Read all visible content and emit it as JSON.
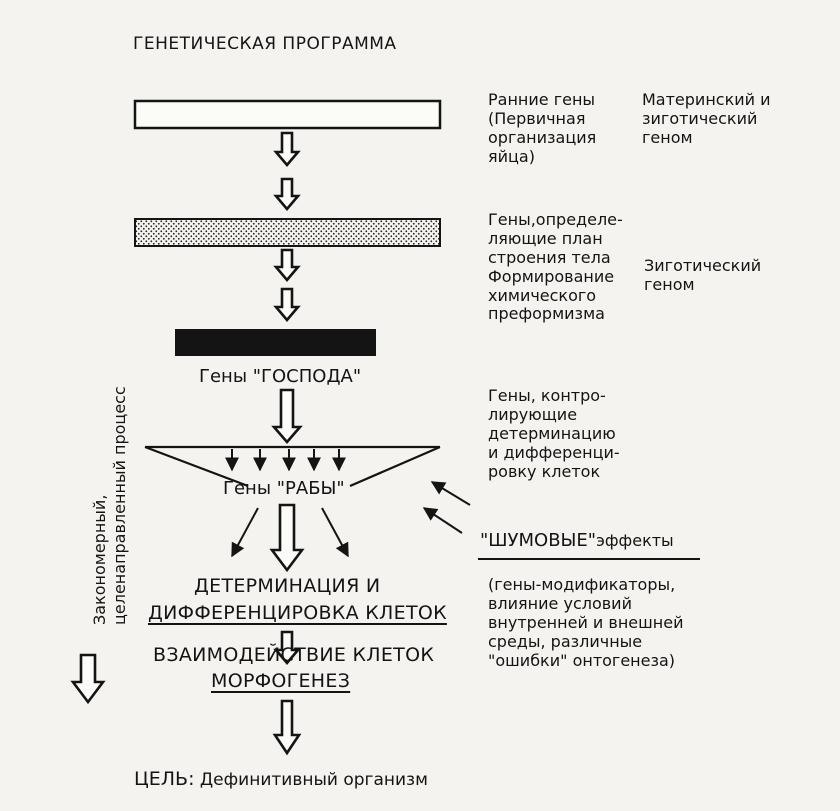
{
  "title": "ГЕНЕТИЧЕСКАЯ ПРОГРАММА",
  "early_genes": "Ранние гены\n(Первичная\nорганизация\nяйца)",
  "maternal_genome": "Материнский и\nзиготический\nгеном",
  "body_plan_genes": "Гены,определе-\nляющие план\nстроения тела\nФормирование\nхимического\nпреформизма",
  "zygotic_genome": "Зиготический\nгеном",
  "master_genes": "Гены \"ГОСПОДА\"",
  "control_genes": "Гены, контро-\nлирующие\nдетерминацию\nи дифференци-\nровку клеток",
  "slave_genes": "Гены \"РАБЫ\"",
  "noise_effects_word": "\"ШУМОВЫЕ\"",
  "noise_effects_tail": "эффекты",
  "noise_details": "(гены-модификаторы,\nвлияние условий\nвнутренней и внешней\nсреды, различные\n\"ошибки\" онтогенеза)",
  "determination_1": "ДЕТЕРМИНАЦИЯ И",
  "determination_2": "ДИФФЕРЕНЦИРОВКА КЛЕТОК",
  "interaction": "ВЗАИМОДЕЙСТВИЕ КЛЕТОК",
  "morphogenesis": "МОРФОГЕНЕЗ",
  "goal_prefix": "ЦЕЛЬ:",
  "goal_text": "Дефинитивный организм",
  "side_process": "Закономерный,\nцеленаправленный процесс"
}
